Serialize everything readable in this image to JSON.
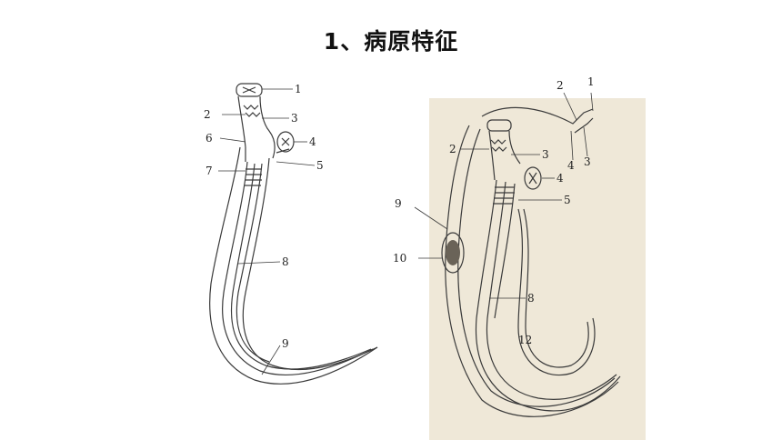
{
  "page": {
    "title": "1、病原特征"
  },
  "colors": {
    "ink": "#3a3a3a",
    "paper": "#efe8d8",
    "body_fill": "#f6f2e8"
  },
  "figure_left": {
    "labels": [
      "1",
      "2",
      "3",
      "4",
      "5",
      "6",
      "7",
      "8",
      "9"
    ]
  },
  "figure_right": {
    "labels": [
      "1",
      "2",
      "3",
      "4",
      "2",
      "3",
      "4",
      "5",
      "9",
      "10",
      "8",
      "12"
    ]
  }
}
